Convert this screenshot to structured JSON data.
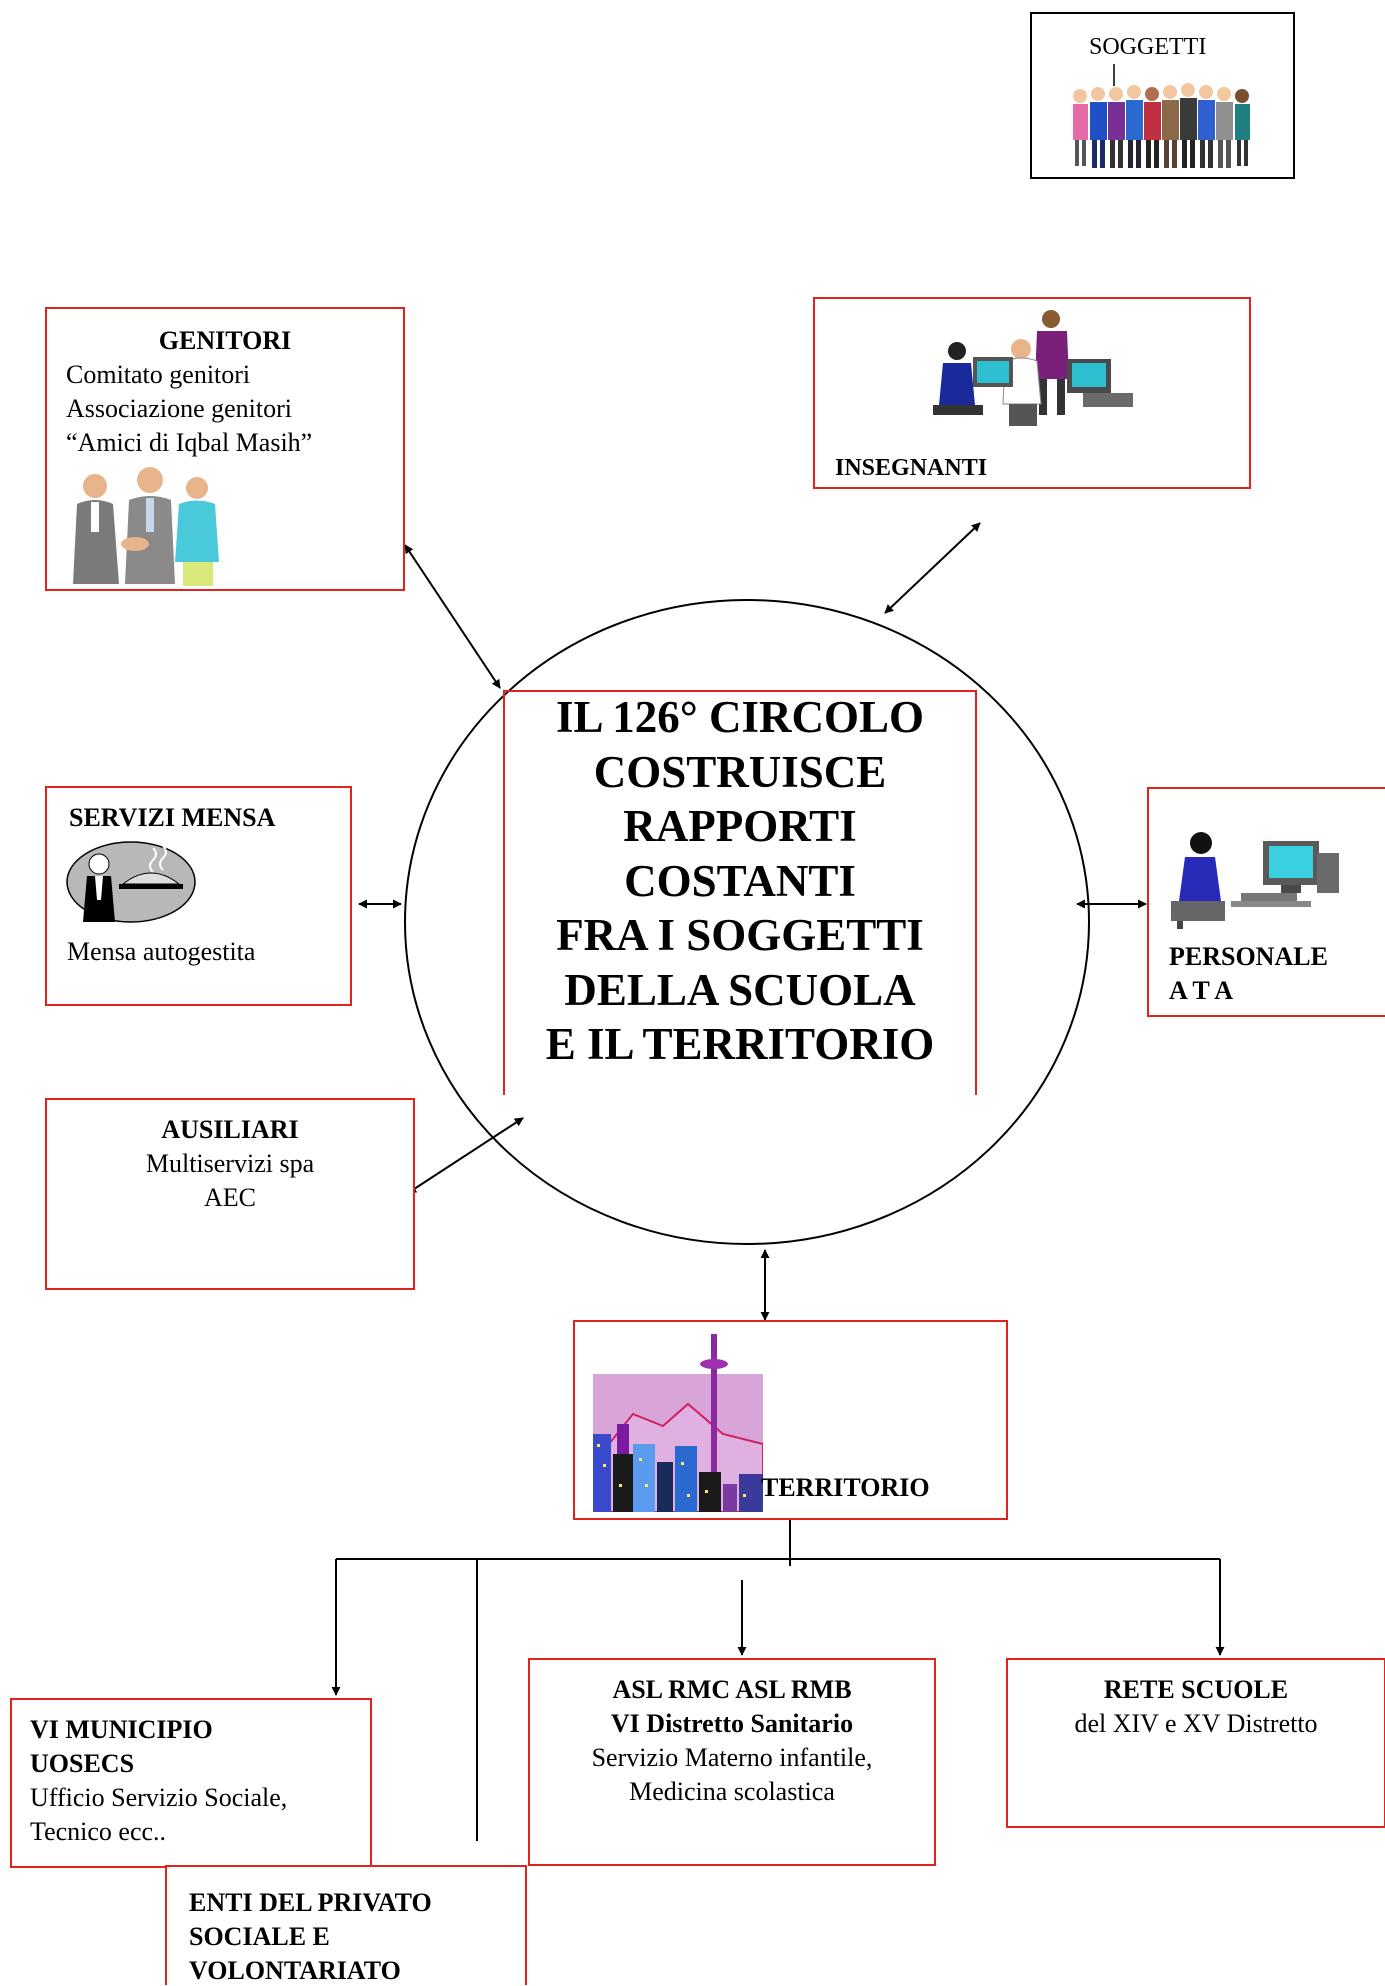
{
  "soggetti": {
    "label": "SOGGETTI"
  },
  "genitori": {
    "title": "GENITORI",
    "lines": [
      "Comitato genitori",
      "Associazione genitori",
      "“Amici di Iqbal Masih”"
    ]
  },
  "insegnanti": {
    "title": "INSEGNANTI"
  },
  "servizi_mensa": {
    "title": "SERVIZI MENSA",
    "line": "Mensa autogestita"
  },
  "personale_ata": {
    "title_line1": "PERSONALE",
    "title_line2": "A T A"
  },
  "ausiliari": {
    "title": "AUSILIARI",
    "lines": [
      "Multiservizi spa",
      "AEC"
    ]
  },
  "center": {
    "lines": [
      "IL 126° CIRCOLO",
      "COSTRUISCE",
      "RAPPORTI",
      "COSTANTI",
      "FRA I SOGGETTI",
      "DELLA SCUOLA",
      "E IL TERRITORIO"
    ]
  },
  "territorio": {
    "title": "TERRITORIO"
  },
  "municipio": {
    "title_lines": [
      "VI MUNICIPIO",
      "UOSECS"
    ],
    "lines": [
      "Ufficio Servizio Sociale,",
      "Tecnico  ecc.."
    ]
  },
  "enti": {
    "title_lines": [
      "ENTI DEL PRIVATO",
      "SOCIALE E",
      "VOLONTARIATO"
    ]
  },
  "asl": {
    "title_lines": [
      "ASL RMC ASL RMB",
      "VI Distretto Sanitario"
    ],
    "lines": [
      "Servizio Materno infantile,",
      "Medicina scolastica"
    ]
  },
  "rete": {
    "title": "RETE  SCUOLE",
    "line": "del XIV e XV Distretto"
  },
  "colors": {
    "box_border": "#e0231e",
    "text": "#000000",
    "background": "#ffffff"
  },
  "icons": [
    "people-group-icon",
    "handshake-icon",
    "office-workers-icon",
    "waiter-icon",
    "computer-operator-icon",
    "city-skyline-icon"
  ]
}
